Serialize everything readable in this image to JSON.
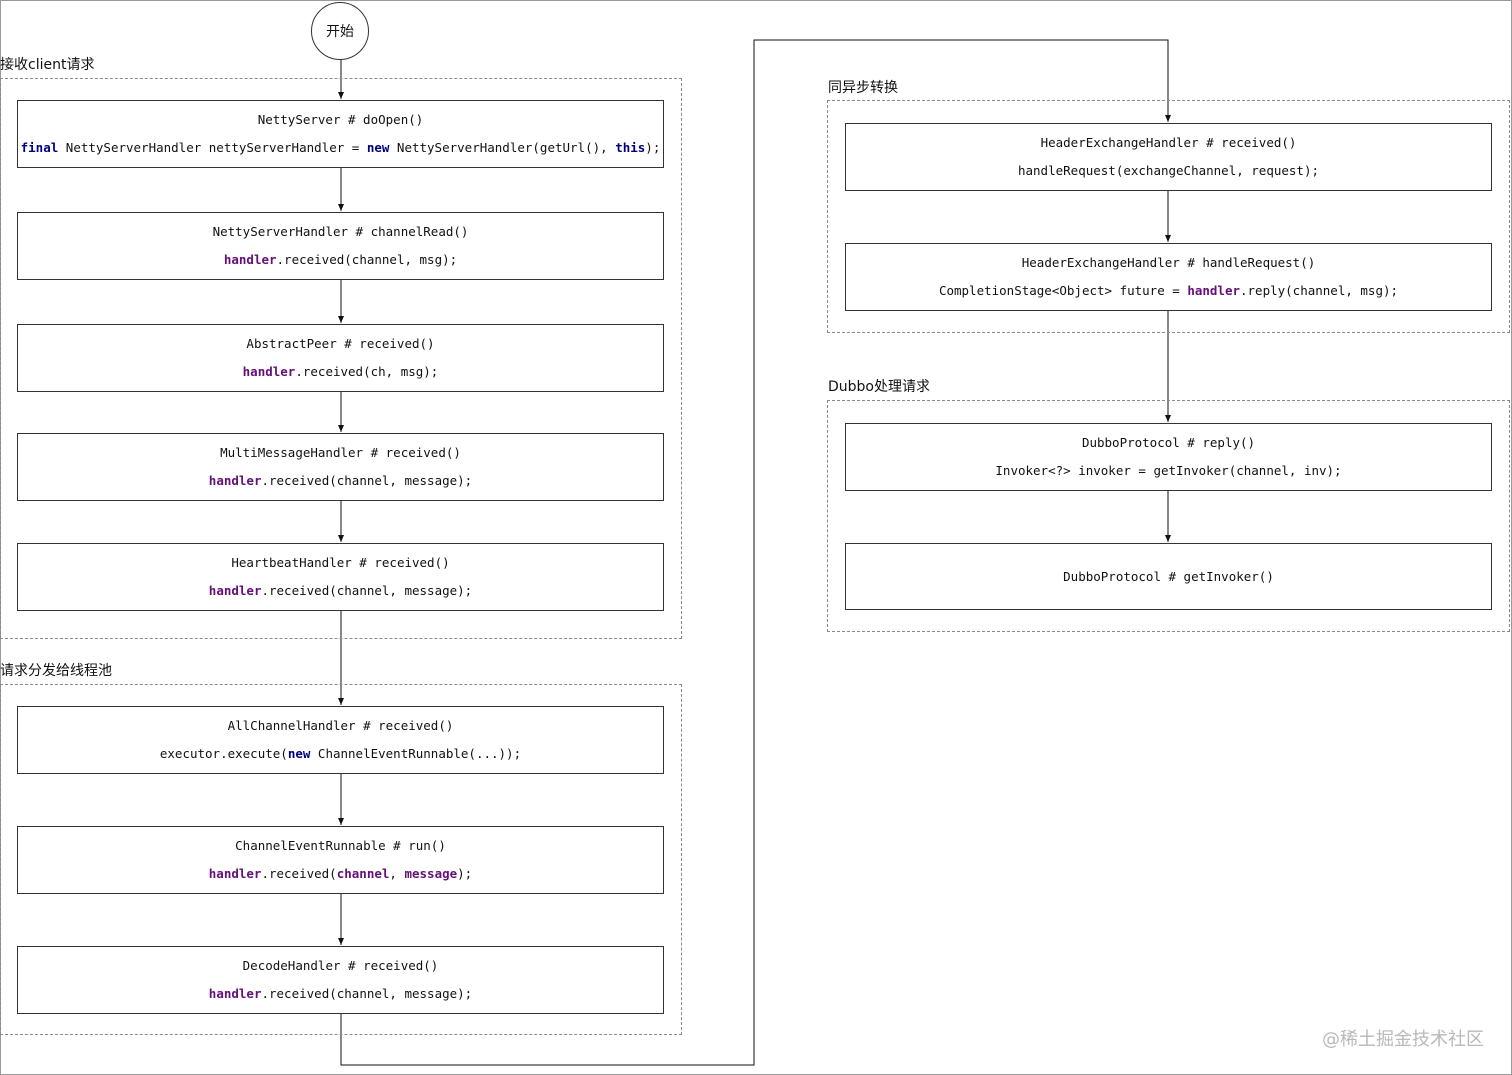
{
  "start_label": "开始",
  "groups": {
    "receive": "接收client请求",
    "dispatch": "请求分发给线程池",
    "sync_async": "同异步转换",
    "dubbo": "Dubbo处理请求"
  },
  "nodes": {
    "netty_server": {
      "title": "NettyServer # doOpen()",
      "code_pre": "",
      "code_kw1": "final",
      "code_mid1": " NettyServerHandler nettyServerHandler = ",
      "code_kw2": "new",
      "code_mid2": " NettyServerHandler(getUrl(), ",
      "code_kw3": "this",
      "code_post": ");"
    },
    "netty_server_handler": {
      "title": "NettyServerHandler # channelRead()",
      "code_field": "handler",
      "code_rest": ".received(channel, msg);"
    },
    "abstract_peer": {
      "title": "AbstractPeer # received()",
      "code_field": "handler",
      "code_rest": ".received(ch, msg);"
    },
    "multi_message_handler": {
      "title": "MultiMessageHandler # received()",
      "code_field": "handler",
      "code_rest": ".received(channel, message);"
    },
    "heartbeat_handler": {
      "title": "HeartbeatHandler # received()",
      "code_field": "handler",
      "code_rest": ".received(channel, message);"
    },
    "all_channel_handler": {
      "title": "AllChannelHandler # received()",
      "code_pre": "executor.execute(",
      "code_kw": "new",
      "code_post": " ChannelEventRunnable(...));"
    },
    "channel_event_runnable": {
      "title": "ChannelEventRunnable # run()",
      "code_field": "handler",
      "code_mid1": ".received(",
      "code_field2": "channel",
      "code_mid2": ", ",
      "code_field3": "message",
      "code_post": ");"
    },
    "decode_handler": {
      "title": "DecodeHandler # received()",
      "code_field": "handler",
      "code_rest": ".received(channel, message);"
    },
    "header_exchange_received": {
      "title": "HeaderExchangeHandler # received()",
      "code": "handleRequest(exchangeChannel, request);"
    },
    "header_exchange_handle_request": {
      "title": "HeaderExchangeHandler # handleRequest()",
      "code_pre": "CompletionStage<Object> future = ",
      "code_field": "handler",
      "code_post": ".reply(channel, msg);"
    },
    "dubbo_protocol_reply": {
      "title": "DubboProtocol # reply()",
      "code": "Invoker<?> invoker = getInvoker(channel, inv);"
    },
    "dubbo_protocol_get_invoker": {
      "title": "DubboProtocol # getInvoker()"
    }
  },
  "watermark": "@稀土掘金技术社区"
}
